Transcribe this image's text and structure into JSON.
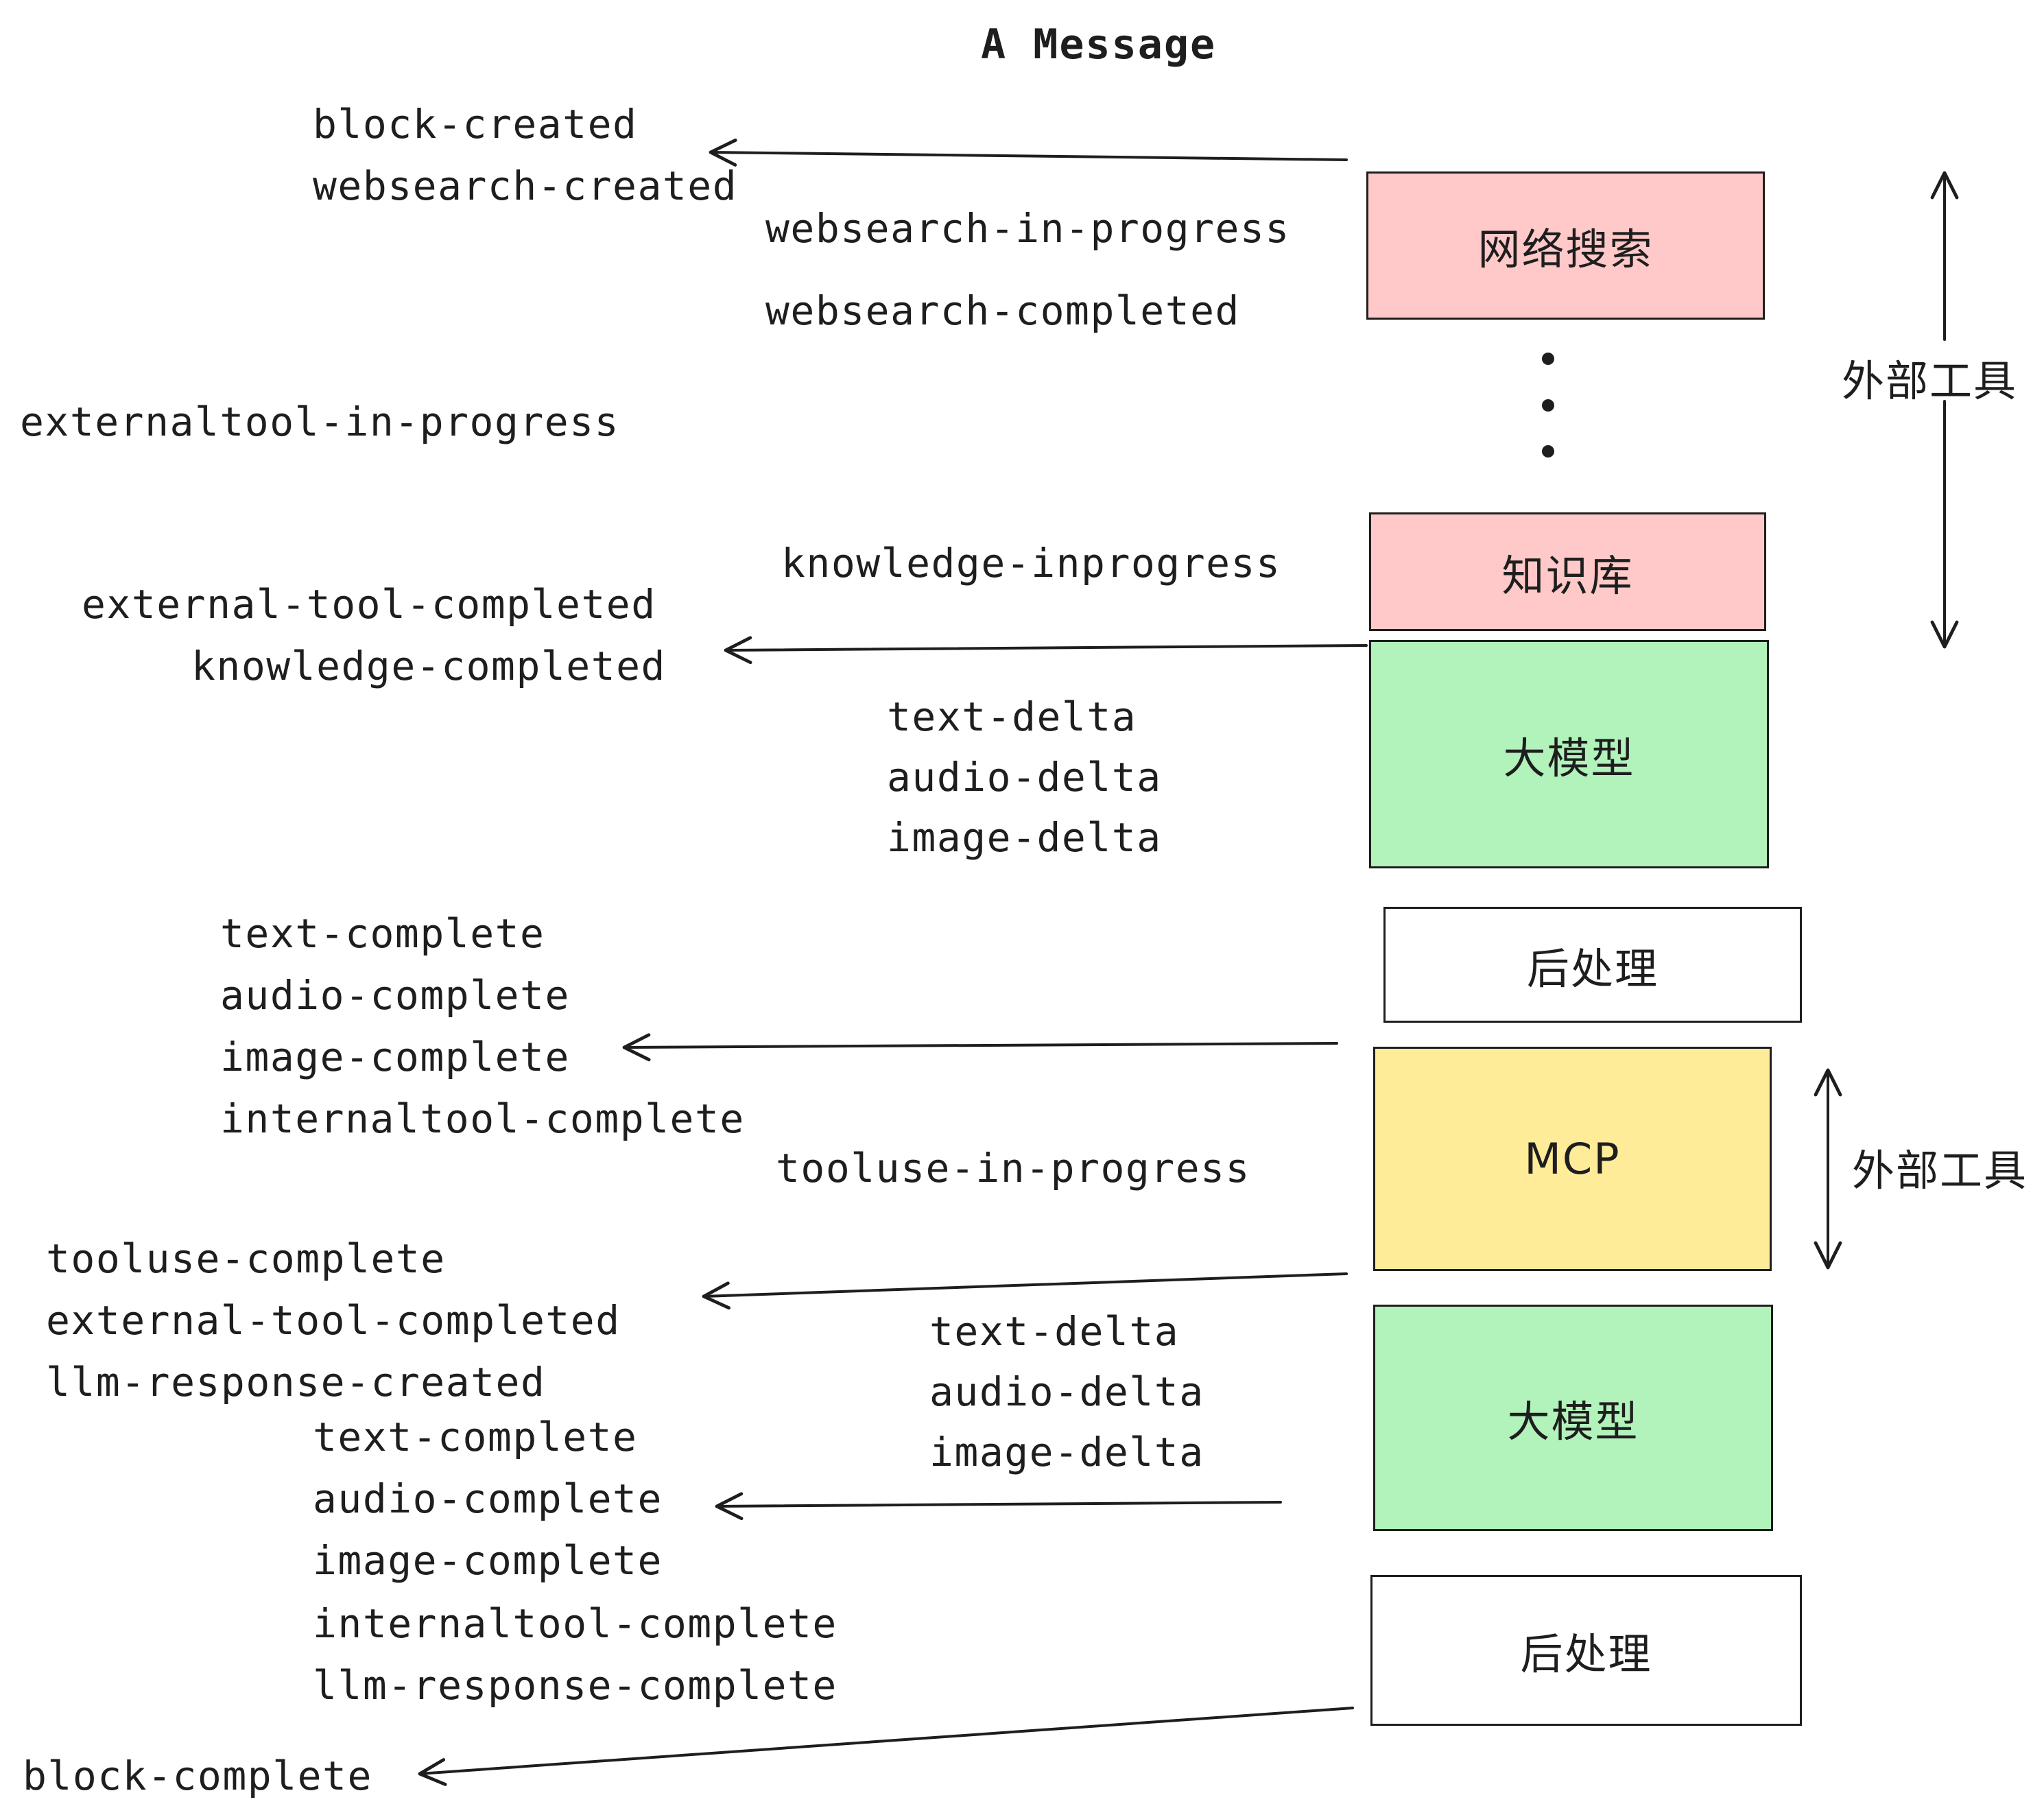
{
  "title": "A Message",
  "ink_color": "#1e1e1e",
  "events": {
    "block_created": "block-created",
    "websearch_created": "websearch-created",
    "websearch_in_progress": "websearch-in-progress",
    "websearch_completed": "websearch-completed",
    "externaltool_in_progress": "externaltool-in-progress",
    "knowledge_inprogress": "knowledge-inprogress",
    "external_tool_completed": "external-tool-completed",
    "knowledge_completed": "knowledge-completed",
    "text_delta": "text-delta",
    "audio_delta": "audio-delta",
    "image_delta": "image-delta",
    "text_complete": "text-complete",
    "audio_complete": "audio-complete",
    "image_complete": "image-complete",
    "internaltool_complete": "internaltool-complete",
    "tooluse_in_progress": "tooluse-in-progress",
    "tooluse_complete": "tooluse-complete",
    "llm_response_created": "llm-response-created",
    "llm_response_complete": "llm-response-complete",
    "block_complete": "block-complete"
  },
  "boxes": {
    "web_search": {
      "label": "网络搜索",
      "fill": "#ffc9c9"
    },
    "knowledge_base": {
      "label": "知识库",
      "fill": "#ffc9c9"
    },
    "llm_top": {
      "label": "大模型",
      "fill": "#b2f2bb"
    },
    "post_process_top": {
      "label": "后处理",
      "fill": "#ffffff"
    },
    "mcp": {
      "label": "MCP",
      "fill": "#ffec99"
    },
    "llm_bottom": {
      "label": "大模型",
      "fill": "#b2f2bb"
    },
    "post_process_bottom": {
      "label": "后处理",
      "fill": "#ffffff"
    }
  },
  "annotations": {
    "external_tools_top": "外部工具",
    "external_tools_mcp": "外部工具"
  }
}
